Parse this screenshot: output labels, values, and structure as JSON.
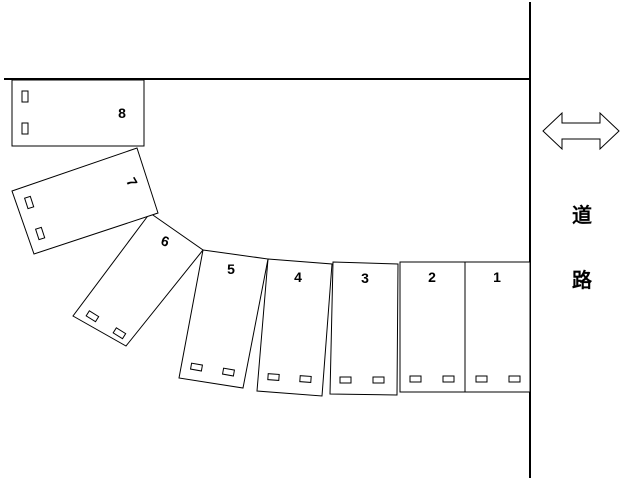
{
  "road": {
    "label_line1": "道",
    "label_line2": "路"
  },
  "stalls": [
    {
      "number": "1"
    },
    {
      "number": "2"
    },
    {
      "number": "3"
    },
    {
      "number": "4"
    },
    {
      "number": "5"
    },
    {
      "number": "6"
    },
    {
      "number": "7"
    },
    {
      "number": "8"
    }
  ],
  "icons": {
    "road_direction": "double-headed-arrow-icon"
  }
}
